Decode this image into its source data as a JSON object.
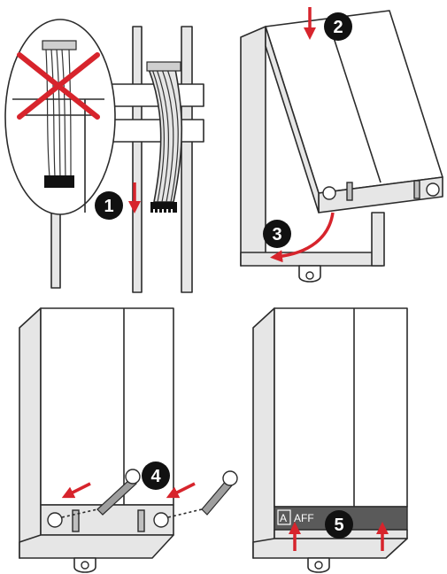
{
  "steps": {
    "s1": "1",
    "s2": "2",
    "s3": "3",
    "s4": "4",
    "s5": "5"
  },
  "brand": {
    "logo_letter": "A",
    "label": "AFF"
  },
  "colors": {
    "arrow": "#d7242c",
    "line": "#2b2b2b",
    "panel": "#e6e6e6",
    "label_bar": "#5a5a5a"
  },
  "icons": [
    "cross-icon",
    "arrow-down-icon",
    "arrow-curved-icon",
    "arrow-left-icon",
    "arrow-up-icon",
    "screw-icon",
    "connector-icon"
  ]
}
